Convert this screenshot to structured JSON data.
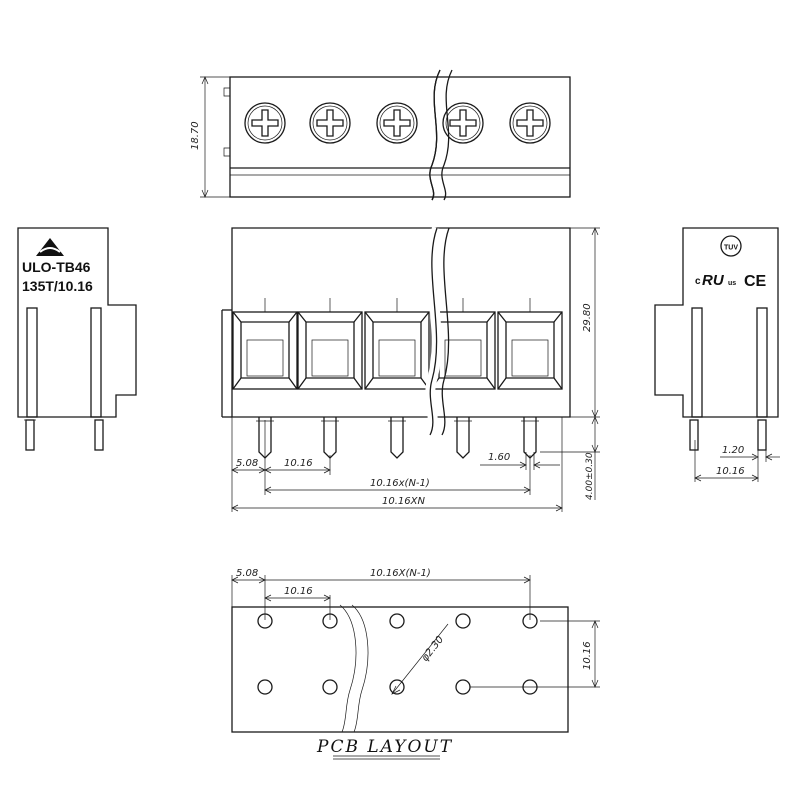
{
  "product": {
    "model": "ULO-TB46",
    "series": "135T/10.16"
  },
  "certifications": {
    "tuv": "TUV",
    "ul": "cRUus",
    "ce": "CE"
  },
  "dimensions": {
    "top_height": "18.70",
    "body_height": "29.80",
    "pin_length": "4.00±0.30",
    "first_offset": "5.08",
    "pitch": "10.16",
    "pin_width": "1.60",
    "span": "10.16x(N-1)",
    "total": "10.16XN",
    "side_pin": "1.20",
    "side_pitch": "10.16",
    "pcb_first_offset": "5.08",
    "pcb_span": "10.16X(N-1)",
    "pcb_pitch": "10.16",
    "hole_diameter": "φ2.30",
    "row_spacing": "10.16"
  },
  "pcb_layout_title": "PCB LAYOUT",
  "colors": {
    "line": "#1a1a1a",
    "background": "#ffffff"
  }
}
